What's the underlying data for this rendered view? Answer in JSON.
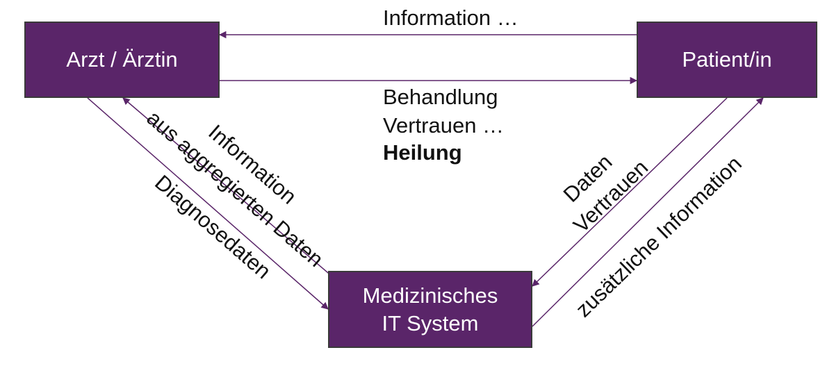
{
  "colors": {
    "node_fill": "#5a2569",
    "node_border": "#3a3a3a",
    "arrow": "#5a2569",
    "text": "#111111",
    "node_text": "#ffffff"
  },
  "nodes": {
    "arzt": "Arzt / Ärztin",
    "patient": "Patient/in",
    "it_system_line1": "Medizinisches",
    "it_system_line2": "IT System"
  },
  "labels": {
    "top_information": "Information …",
    "behandlung": "Behandlung",
    "vertrauen_dots": "Vertrauen …",
    "heilung": "Heilung",
    "left_information": "Information",
    "left_aggregiert": "aus aggregierten Daten",
    "left_diagnosedaten": "Diagnosedaten",
    "right_daten": "Daten",
    "right_vertrauen": "Vertrauen",
    "right_zusaetzlich": "zusätzliche Information"
  }
}
